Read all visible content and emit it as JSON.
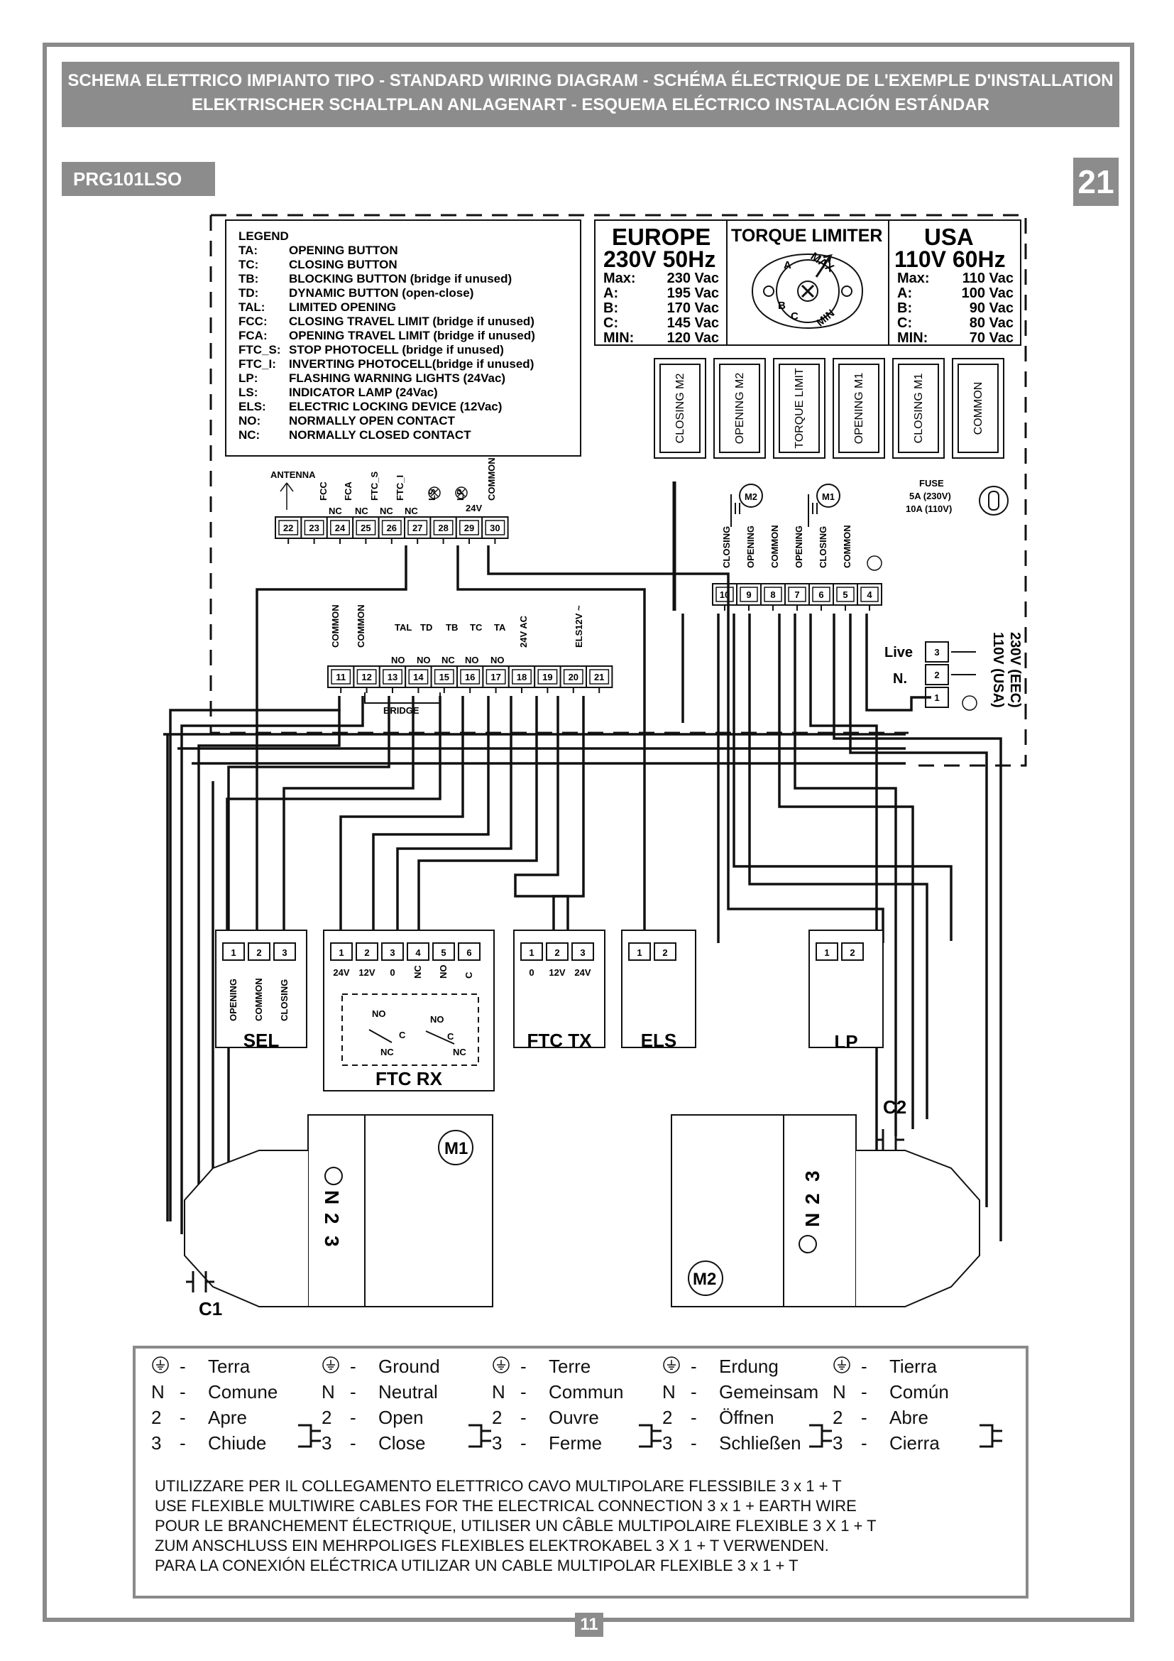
{
  "header": {
    "line1": "SCHEMA ELETTRICO IMPIANTO TIPO - STANDARD WIRING DIAGRAM - SCHÉMA ÉLECTRIQUE DE L'EXEMPLE D'INSTALLATION",
    "line2": "ELEKTRISCHER SCHALTPLAN ANLAGENART - ESQUEMA ELÉCTRICO INSTALACIÓN ESTÁNDAR"
  },
  "model": "PRG101LSO",
  "page_badge": "21",
  "page_number": "11",
  "legend": {
    "title": "LEGEND",
    "items": [
      {
        "code": "TA:",
        "text": "OPENING BUTTON"
      },
      {
        "code": "TC:",
        "text": "CLOSING BUTTON"
      },
      {
        "code": "TB:",
        "text": "BLOCKING BUTTON (bridge if unused)"
      },
      {
        "code": "TD:",
        "text": "DYNAMIC BUTTON (open-close)"
      },
      {
        "code": "TAL:",
        "text": "LIMITED OPENING"
      },
      {
        "code": "FCC:",
        "text": "CLOSING TRAVEL LIMIT (bridge if unused)"
      },
      {
        "code": "FCA:",
        "text": "OPENING TRAVEL LIMIT (bridge if unused)"
      },
      {
        "code": "FTC_S:",
        "text": "STOP PHOTOCELL (bridge if unused)"
      },
      {
        "code": "FTC_I:",
        "text": "INVERTING PHOTOCELL(bridge if unused)"
      },
      {
        "code": "LP:",
        "text": "FLASHING WARNING LIGHTS (24Vac)"
      },
      {
        "code": "LS:",
        "text": "INDICATOR LAMP (24Vac)"
      },
      {
        "code": "ELS:",
        "text": "ELECTRIC LOCKING DEVICE (12Vac)"
      },
      {
        "code": "NO:",
        "text": "NORMALLY OPEN CONTACT"
      },
      {
        "code": "NC:",
        "text": "NORMALLY CLOSED CONTACT"
      }
    ]
  },
  "europe": {
    "title": "EUROPE",
    "subtitle": "230V 50Hz",
    "rows": [
      {
        "k": "Max:",
        "v": "230 Vac"
      },
      {
        "k": "A:",
        "v": "195 Vac"
      },
      {
        "k": "B:",
        "v": "170 Vac"
      },
      {
        "k": "C:",
        "v": "145 Vac"
      },
      {
        "k": "MIN:",
        "v": "120 Vac"
      }
    ]
  },
  "usa": {
    "title": "USA",
    "subtitle": "110V 60Hz",
    "rows": [
      {
        "k": "Max:",
        "v": "110 Vac"
      },
      {
        "k": "A:",
        "v": "100 Vac"
      },
      {
        "k": "B:",
        "v": "90 Vac"
      },
      {
        "k": "C:",
        "v": "80 Vac"
      },
      {
        "k": "MIN:",
        "v": "70 Vac"
      }
    ]
  },
  "torque": {
    "title": "TORQUE LIMITER",
    "dial": {
      "max": "MAX",
      "a": "A",
      "b": "B",
      "c": "C",
      "min": "MIN"
    }
  },
  "connectors": [
    "CLOSING M2",
    "OPENING M2",
    "TORQUE LIMIT",
    "OPENING M1",
    "CLOSING M1",
    "COMMON"
  ],
  "fuse": {
    "title": "FUSE",
    "l1": "5A (230V)",
    "l2": "10A (110V)"
  },
  "top_terminal": {
    "numbers": [
      "22",
      "23",
      "24",
      "25",
      "26",
      "27",
      "28",
      "29",
      "30"
    ],
    "antenna": "ANTENNA",
    "labels": [
      "FCC",
      "FCA",
      "FTC_S",
      "FTC_I",
      "LS",
      "LP",
      "COMMON"
    ],
    "nc": "NC",
    "v24": "24V"
  },
  "mid_terminal": {
    "numbers": [
      "11",
      "12",
      "13",
      "14",
      "15",
      "16",
      "17",
      "18",
      "19",
      "20",
      "21"
    ],
    "labels": [
      "COMMON",
      "COMMON",
      "TAL",
      "TD",
      "TB",
      "TC",
      "TA",
      "24V AC",
      "ELS12V ~"
    ],
    "no": "NO",
    "nc": "NC",
    "bridge": "BRIDGE"
  },
  "motor_terminal": {
    "numbers": [
      "10",
      "9",
      "8",
      "7",
      "6",
      "5",
      "4"
    ],
    "labels": [
      "CLOSING",
      "OPENING",
      "COMMON",
      "OPENING",
      "CLOSING",
      "COMMON"
    ],
    "m2": "M2",
    "m1": "M1"
  },
  "power": {
    "numbers": [
      "3",
      "2",
      "1"
    ],
    "live": "Live",
    "n": "N.",
    "v1": "230V (EEC)",
    "v2": "110V (USA)"
  },
  "devices": {
    "sel": {
      "name": "SEL",
      "nums": [
        "1",
        "2",
        "3"
      ],
      "labels": [
        "OPENING",
        "COMMON",
        "CLOSING"
      ]
    },
    "ftcrx": {
      "name": "FTC RX",
      "nums": [
        "1",
        "2",
        "3",
        "4",
        "5",
        "6"
      ],
      "labels": [
        "24V",
        "12V",
        "0",
        "NC",
        "NO",
        "C"
      ],
      "inner": [
        "NO",
        "NC",
        "C",
        "NO",
        "C",
        "NC"
      ]
    },
    "ftctx": {
      "name": "FTC TX",
      "nums": [
        "1",
        "2",
        "3"
      ],
      "labels": [
        "0",
        "12V",
        "24V"
      ]
    },
    "els": {
      "name": "ELS",
      "nums": [
        "1",
        "2"
      ]
    },
    "lp": {
      "name": "LP",
      "nums": [
        "1",
        "2"
      ]
    }
  },
  "motors": {
    "m1": {
      "name": "M1",
      "labels": [
        "N",
        "2",
        "3"
      ],
      "cap": "C1"
    },
    "m2": {
      "name": "M2",
      "labels": [
        "N",
        "2",
        "3"
      ],
      "cap": "C2"
    }
  },
  "bottom_legend": {
    "cols": [
      {
        "rows": [
          "Terra",
          "Comune",
          "Apre",
          "Chiude"
        ]
      },
      {
        "rows": [
          "Ground",
          "Neutral",
          "Open",
          "Close"
        ]
      },
      {
        "rows": [
          "Terre",
          "Commun",
          "Ouvre",
          "Ferme"
        ]
      },
      {
        "rows": [
          "Erdung",
          "Gemeinsam",
          "Öffnen",
          "Schließen"
        ]
      },
      {
        "rows": [
          "Tierra",
          "Común",
          "Abre",
          "Cierra"
        ]
      }
    ],
    "keys": [
      "N",
      "2",
      "3"
    ],
    "dash": "-",
    "notes": [
      "UTILIZZARE PER IL COLLEGAMENTO ELETTRICO CAVO MULTIPOLARE FLESSIBILE 3 x 1 + T",
      "USE FLEXIBLE MULTIWIRE CABLES FOR THE ELECTRICAL CONNECTION 3 x 1 + EARTH WIRE",
      "POUR LE BRANCHEMENT ÉLECTRIQUE, UTILISER UN CÂBLE MULTIPOLAIRE FLEXIBLE 3 X 1 + T",
      "ZUM ANSCHLUSS EIN MEHRPOLIGES FLEXIBLES ELEKTROKABEL 3 X 1 + T VERWENDEN.",
      "PARA LA CONEXIÓN ELÉCTRICA UTILIZAR UN CABLE MULTIPOLAR FLEXIBLE 3 x 1 + T"
    ]
  }
}
